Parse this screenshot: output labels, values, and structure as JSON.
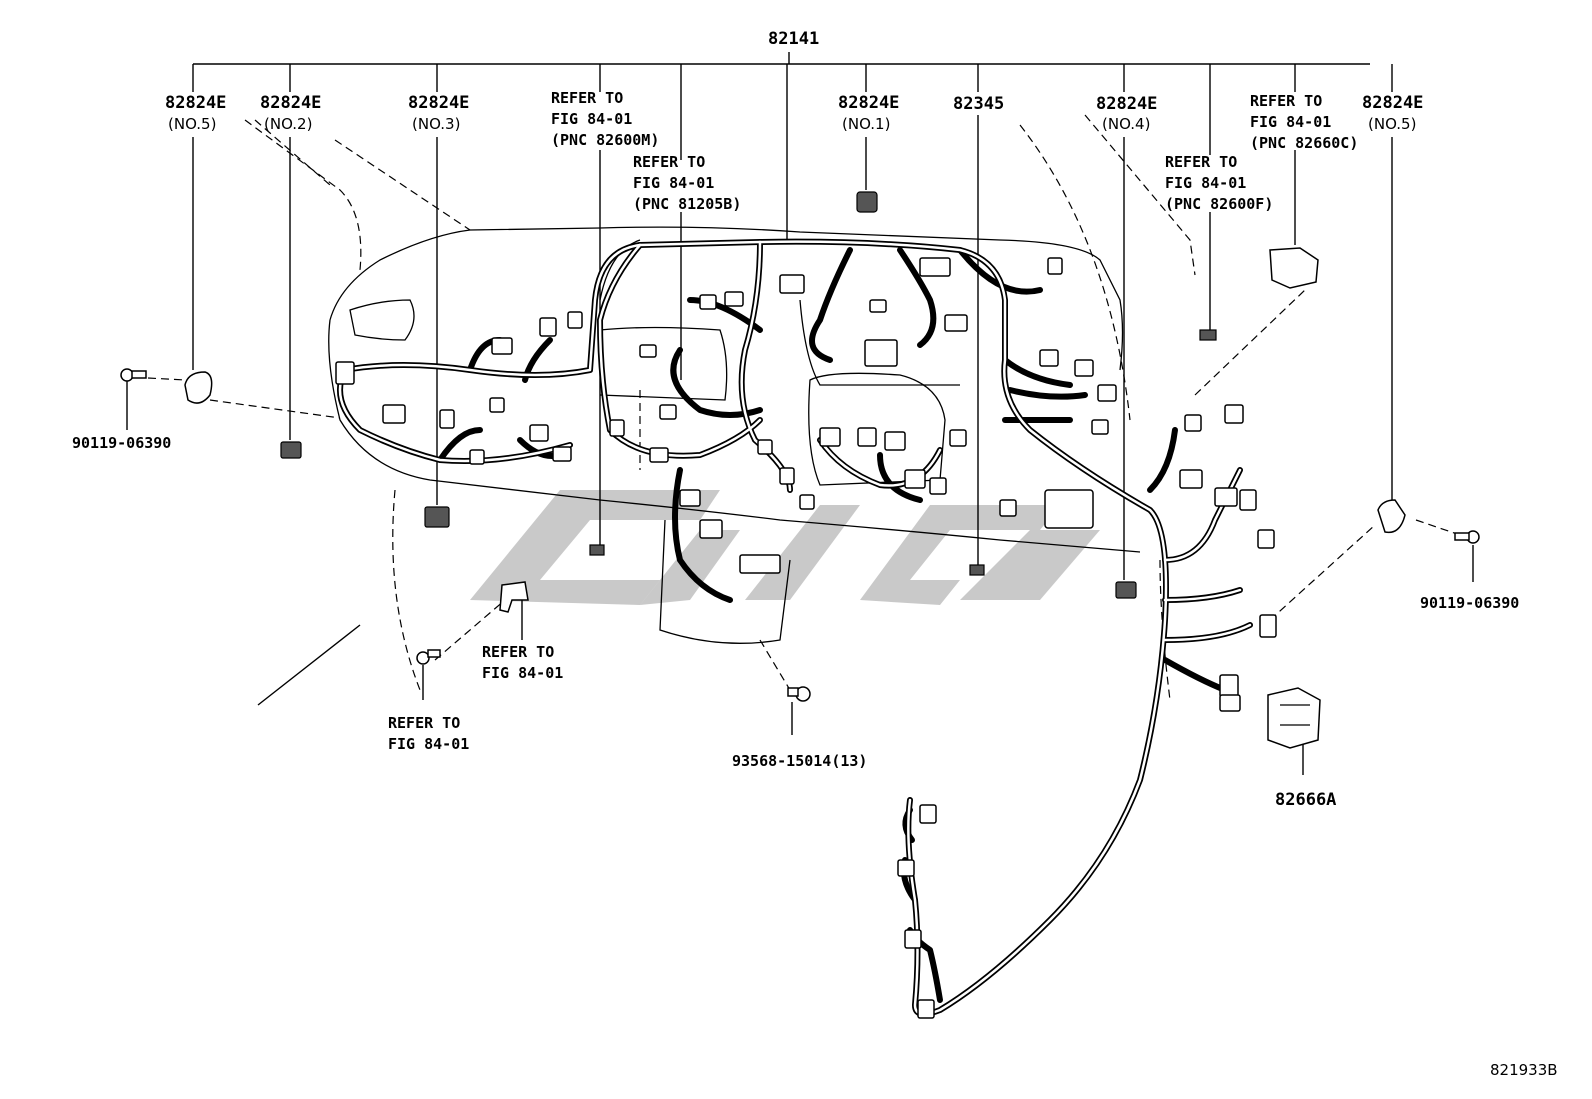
{
  "title_part": "82141",
  "figure_code": "821933B",
  "callouts": {
    "grommet_no5_left": {
      "part": "82824E",
      "note": "(NO.5)"
    },
    "grommet_no2": {
      "part": "82824E",
      "note": "(NO.2)"
    },
    "grommet_no3": {
      "part": "82824E",
      "note": "(NO.3)"
    },
    "grommet_no1": {
      "part": "82824E",
      "note": "(NO.1)"
    },
    "part_82345": {
      "part": "82345"
    },
    "grommet_no4": {
      "part": "82824E",
      "note": "(NO.4)"
    },
    "grommet_no5_right": {
      "part": "82824E",
      "note": "(NO.5)"
    },
    "bolt_left": {
      "part": "90119-06390"
    },
    "bolt_right": {
      "part": "90119-06390"
    },
    "clip_bottom": {
      "part": "93568-15014(13)"
    },
    "relay_block": {
      "part": "82666A"
    }
  },
  "references": {
    "ref_82600m": {
      "l1": "REFER TO",
      "l2": "FIG 84-01",
      "l3": "(PNC 82600M)"
    },
    "ref_81205b": {
      "l1": "REFER TO",
      "l2": "FIG 84-01",
      "l3": "(PNC 81205B)"
    },
    "ref_82600f": {
      "l1": "REFER TO",
      "l2": "FIG 84-01",
      "l3": "(PNC 82600F)"
    },
    "ref_82660c": {
      "l1": "REFER TO",
      "l2": "FIG 84-01",
      "l3": "(PNC 82660C)"
    },
    "ref_bracket": {
      "l1": "REFER TO",
      "l2": "FIG 84-01"
    },
    "ref_bolt": {
      "l1": "REFER TO",
      "l2": "FIG 84-01"
    }
  }
}
